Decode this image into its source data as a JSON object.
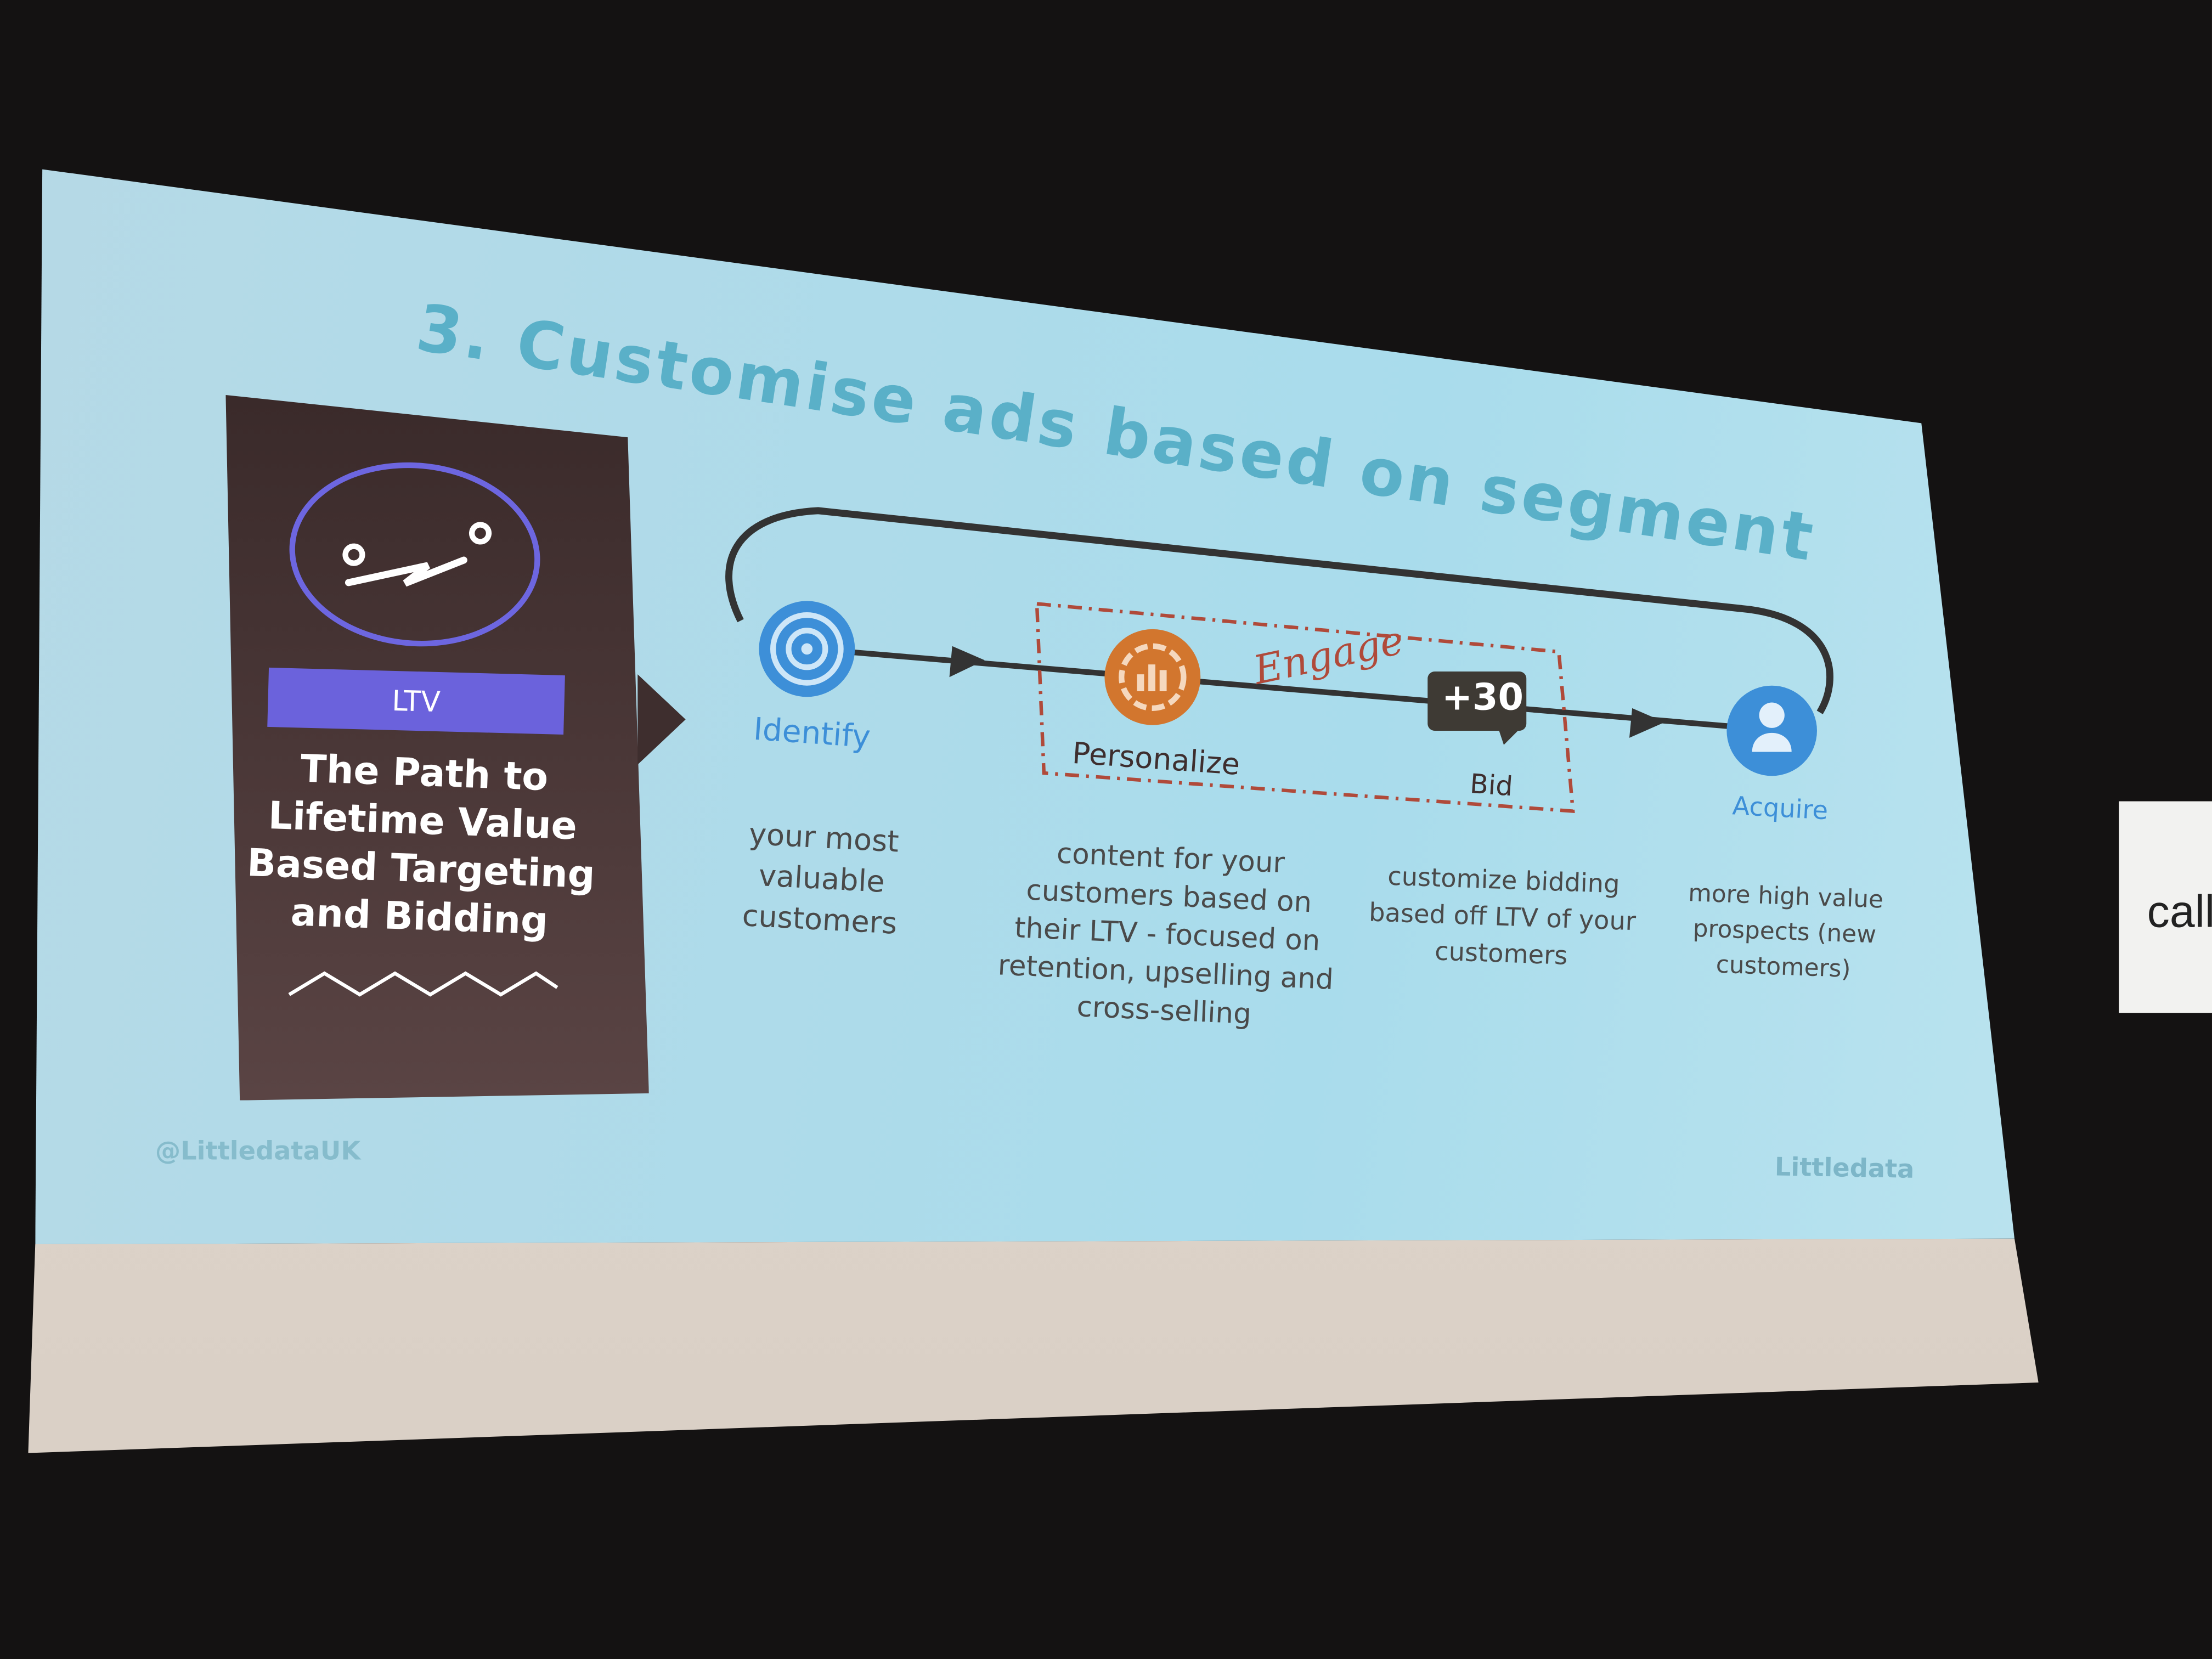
{
  "slide": {
    "title": "3. Customise ads based on segment",
    "card": {
      "badge": "LTV",
      "heading": "The Path to Lifetime Value Based Targeting and Bidding"
    },
    "diagram": {
      "engage_label": "Engage",
      "bid_badge": "+30",
      "steps": [
        {
          "label": "Identify",
          "icon": "target-icon",
          "description": "your most valuable customers"
        },
        {
          "label": "Personalize",
          "icon": "chart-gear-icon",
          "description": "content for your customers based on their LTV - focused on retention, upselling and cross-selling"
        },
        {
          "label": "Bid",
          "icon": "speech-badge-icon",
          "description": "customize bidding based off LTV of your customers"
        },
        {
          "label": "Acquire",
          "icon": "user-icon",
          "description": "more high value prospects (new customers)"
        }
      ],
      "colors": {
        "blue": "#3d8fd8",
        "orange": "#d2762e",
        "dark": "#3e3a34",
        "red_dash": "#b04a3a"
      }
    },
    "footer": {
      "handle": "@LittledataUK",
      "logo": "Littledata"
    }
  },
  "room": {
    "sign_text": "call"
  }
}
